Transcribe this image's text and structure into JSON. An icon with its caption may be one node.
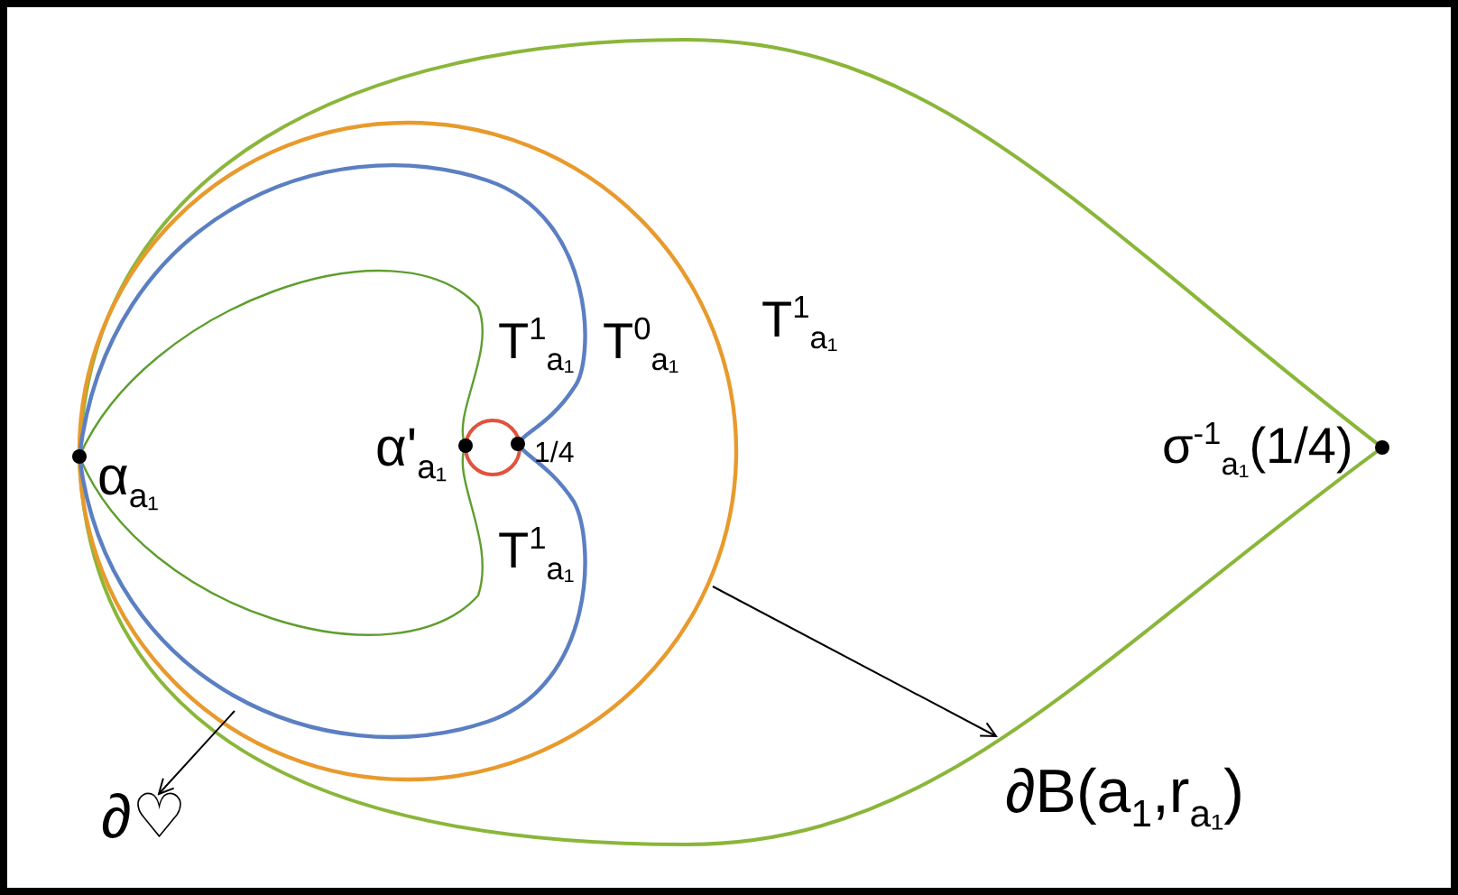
{
  "diagram": {
    "nodes": [
      {
        "text": [],
        "shape": "circle"
      },
      {
        "text": [],
        "shape": "curve",
        "in": 0
      },
      {
        "text": [
          "∂♡"
        ]
      },
      {
        "text": [
          "∂B(a$_{1}$,r$_{a₁}$)"
        ]
      }
    ],
    "edges": [
      {
        "from": 1,
        "to": 2,
        "arrow": "to"
      },
      {
        "from": 0,
        "to": 3,
        "arrow": "to"
      }
    ],
    "labels": [
      "T$^{1}$$_{a₁}$",
      "T$^{1}$$_{a₁}$",
      "T$^{0}$$_{a₁}$",
      "α$_{a₁}$",
      "α'$_{a₁}$",
      "1/4",
      "σ$^{-1}$$_{a₁}$(1/4)",
      "T$^{1}$$_{a₁}$"
    ]
  }
}
